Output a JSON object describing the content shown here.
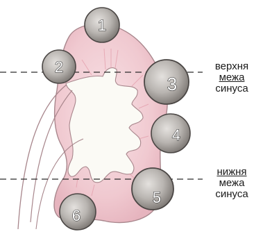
{
  "tumors": [
    {
      "id": "1",
      "label": "1"
    },
    {
      "id": "2",
      "label": "2"
    },
    {
      "id": "3",
      "label": "3"
    },
    {
      "id": "4",
      "label": "4"
    },
    {
      "id": "5",
      "label": "5"
    },
    {
      "id": "6",
      "label": "6"
    }
  ],
  "upper_boundary": {
    "line1": "верхня",
    "line2": "межа",
    "line3": "синуса"
  },
  "lower_boundary": {
    "line1": "нижня",
    "line2": "межа",
    "line3": "синуса"
  },
  "colors": {
    "kidney_fill": "#f2d2d8",
    "kidney_outline": "#a8868c",
    "sinus_fill": "#fbfaf5",
    "tumor_fill": "#b5b1ad",
    "tumor_outline": "#4a4644",
    "dashed_line": "#2b2b2b"
  }
}
